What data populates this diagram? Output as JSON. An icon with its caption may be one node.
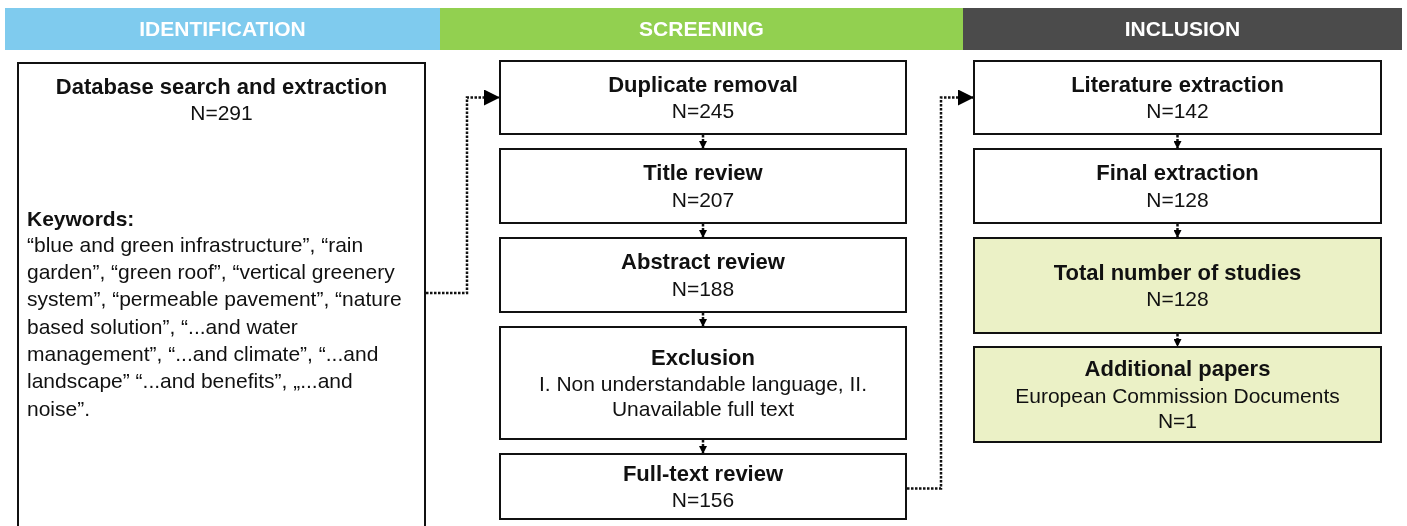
{
  "diagram": {
    "nodes": [
      {
        "text": [
          "IDENTIFICATION"
        ]
      },
      {
        "text": [
          "SCREENING"
        ]
      },
      {
        "text": [
          "INCLUSION"
        ]
      },
      {
        "text": [
          "Database search and extraction",
          "N=291",
          "Keywords:",
          "“blue and green infrastructure”, “rain garden”, “green roof”, “vertical greenery system”, “permeable pavement”, “nature based solution”, “...and water management”, “...and climate”, “...and landscape” “...and benefits”, „...and noise”."
        ]
      },
      {
        "text": [
          "Duplicate removal",
          "N=245"
        ]
      },
      {
        "text": [
          "Title review",
          "N=207"
        ]
      },
      {
        "text": [
          "Abstract review",
          "N=188"
        ]
      },
      {
        "text": [
          "Exclusion",
          "I. Non understandable language, II. Unavailable full text"
        ]
      },
      {
        "text": [
          "Full-text review",
          "N=156"
        ]
      },
      {
        "text": [
          "Literature extraction",
          "N=142"
        ]
      },
      {
        "text": [
          "Final extraction",
          "N=128"
        ]
      },
      {
        "text": [
          "Total number of studies",
          "N=128"
        ]
      },
      {
        "text": [
          "Additional papers",
          "European Commission Documents",
          "N=1"
        ]
      }
    ],
    "edges": [
      {
        "from": 3,
        "to": 4,
        "arrow": "to"
      },
      {
        "from": 4,
        "to": 5,
        "arrow": "to"
      },
      {
        "from": 5,
        "to": 6,
        "arrow": "to"
      },
      {
        "from": 6,
        "to": 7,
        "arrow": "to"
      },
      {
        "from": 7,
        "to": 8,
        "arrow": "to"
      },
      {
        "from": 8,
        "to": 9,
        "arrow": "to"
      },
      {
        "from": 9,
        "to": 10,
        "arrow": "to"
      },
      {
        "from": 10,
        "to": 11,
        "arrow": "to"
      },
      {
        "from": 11,
        "to": 12,
        "arrow": "to"
      }
    ]
  }
}
